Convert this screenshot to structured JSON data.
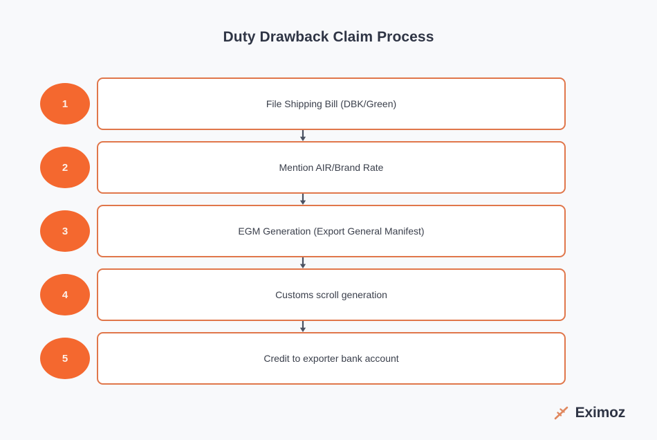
{
  "page": {
    "background_color": "#f8f9fb",
    "title": "Duty Drawback Claim Process"
  },
  "theme": {
    "accent_orange": "#f4682f",
    "border_orange": "#e0764a",
    "box_fill": "#ffffff",
    "text_dark": "#3a3f4b",
    "title_color": "#2f3545",
    "arrow_color": "#4a5161"
  },
  "flow": {
    "type": "vertical-process-flow",
    "steps": [
      {
        "number": "1",
        "label": "File Shipping Bill (DBK/Green)"
      },
      {
        "number": "2",
        "label": "Mention AIR/Brand Rate"
      },
      {
        "number": "3",
        "label": "EGM Generation (Export General Manifest)"
      },
      {
        "number": "4",
        "label": "Customs scroll generation"
      },
      {
        "number": "5",
        "label": "Credit to exporter bank account"
      }
    ],
    "connector_icon": "down-arrow-icon"
  },
  "brand": {
    "name": "Eximoz",
    "mark_icon": "eximoz-chevron-mark-icon"
  }
}
